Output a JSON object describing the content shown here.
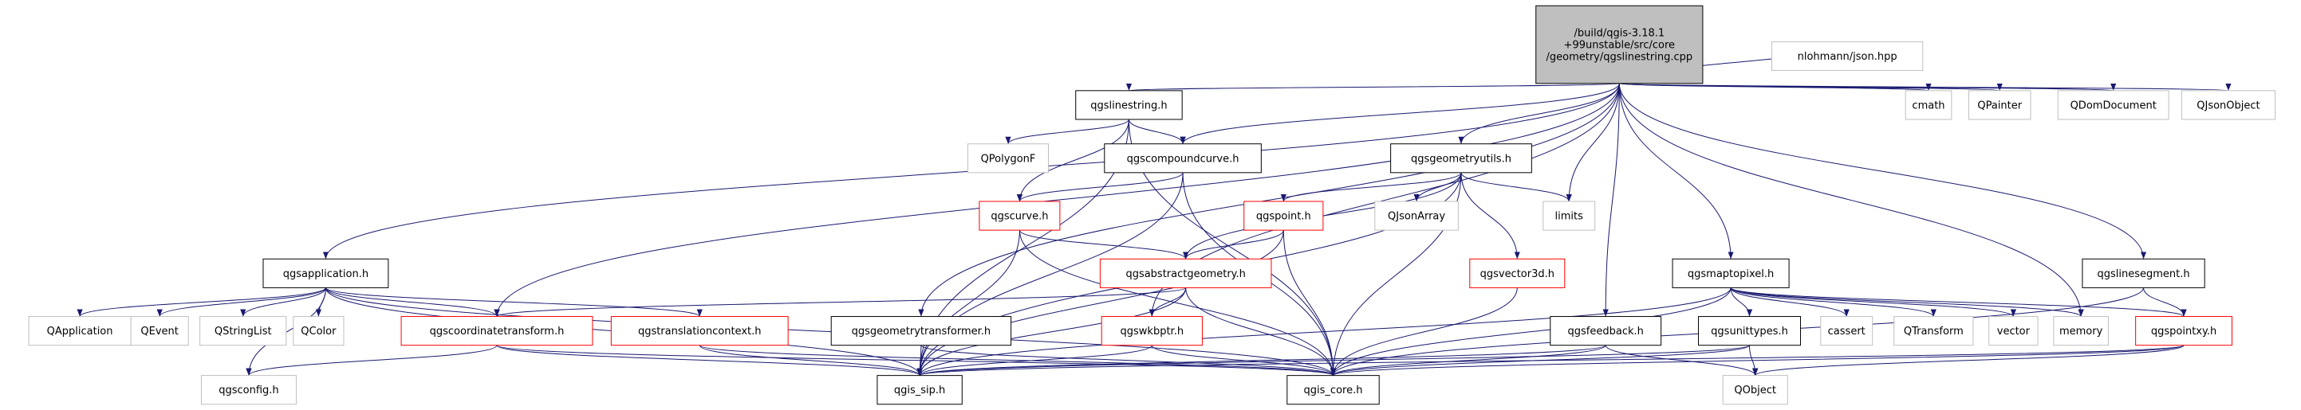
{
  "colors": {
    "edge": "#191970",
    "root_fill": "#bfbfbf",
    "node_stroke": "#000000",
    "red_stroke": "#ff0000",
    "grey_stroke": "#bfbfbf",
    "text": "#000000"
  },
  "nodes": [
    {
      "id": "root",
      "kind": "root",
      "lines": [
        "/build/qgis-3.18.1",
        "+99unstable/src/core",
        "/geometry/qgslinestring.cpp"
      ]
    },
    {
      "id": "qgslinestring",
      "kind": "normal",
      "lines": [
        "qgslinestring.h"
      ]
    },
    {
      "id": "qpolygonf",
      "kind": "grey",
      "lines": [
        "QPolygonF"
      ]
    },
    {
      "id": "qgscompoundcurve",
      "kind": "normal",
      "lines": [
        "qgscompoundcurve.h"
      ]
    },
    {
      "id": "qgsgeometryutils",
      "kind": "normal",
      "lines": [
        "qgsgeometryutils.h"
      ]
    },
    {
      "id": "qjsonarray",
      "kind": "grey",
      "lines": [
        "QJsonArray"
      ]
    },
    {
      "id": "limits",
      "kind": "grey",
      "lines": [
        "limits"
      ]
    },
    {
      "id": "qgscurve",
      "kind": "red",
      "lines": [
        "qgscurve.h"
      ]
    },
    {
      "id": "qgspoint",
      "kind": "red",
      "lines": [
        "qgspoint.h"
      ]
    },
    {
      "id": "qgsvector3d",
      "kind": "red",
      "lines": [
        "qgsvector3d.h"
      ]
    },
    {
      "id": "qgsabstractgeometry",
      "kind": "red",
      "lines": [
        "qgsabstractgeometry.h"
      ]
    },
    {
      "id": "qgsapplication",
      "kind": "normal",
      "lines": [
        "qgsapplication.h"
      ]
    },
    {
      "id": "qgsmaptopixel",
      "kind": "normal",
      "lines": [
        "qgsmaptopixel.h"
      ]
    },
    {
      "id": "qgslinesegment",
      "kind": "normal",
      "lines": [
        "qgslinesegment.h"
      ]
    },
    {
      "id": "nlohmann",
      "kind": "grey",
      "lines": [
        "nlohmann/json.hpp"
      ]
    },
    {
      "id": "cmath",
      "kind": "grey",
      "lines": [
        "cmath"
      ]
    },
    {
      "id": "qpainter",
      "kind": "grey",
      "lines": [
        "QPainter"
      ]
    },
    {
      "id": "qdomdocument",
      "kind": "grey",
      "lines": [
        "QDomDocument"
      ]
    },
    {
      "id": "qjsonobject",
      "kind": "grey",
      "lines": [
        "QJsonObject"
      ]
    },
    {
      "id": "qapplication",
      "kind": "grey",
      "lines": [
        "QApplication"
      ]
    },
    {
      "id": "qevent",
      "kind": "grey",
      "lines": [
        "QEvent"
      ]
    },
    {
      "id": "qstringlist",
      "kind": "grey",
      "lines": [
        "QStringList"
      ]
    },
    {
      "id": "qcolor",
      "kind": "grey",
      "lines": [
        "QColor"
      ]
    },
    {
      "id": "qgscoordinatetransform",
      "kind": "red",
      "lines": [
        "qgscoordinatetransform.h"
      ]
    },
    {
      "id": "qgstranslationcontext",
      "kind": "red",
      "lines": [
        "qgstranslationcontext.h"
      ]
    },
    {
      "id": "qgsgeometrytransformer",
      "kind": "normal",
      "lines": [
        "qgsgeometrytransformer.h"
      ]
    },
    {
      "id": "qgswkbptr",
      "kind": "red",
      "lines": [
        "qgswkbptr.h"
      ]
    },
    {
      "id": "qgsfeedback",
      "kind": "normal",
      "lines": [
        "qgsfeedback.h"
      ]
    },
    {
      "id": "qgsunittypes",
      "kind": "normal",
      "lines": [
        "qgsunittypes.h"
      ]
    },
    {
      "id": "cassert",
      "kind": "grey",
      "lines": [
        "cassert"
      ]
    },
    {
      "id": "qtransform",
      "kind": "grey",
      "lines": [
        "QTransform"
      ]
    },
    {
      "id": "vector",
      "kind": "grey",
      "lines": [
        "vector"
      ]
    },
    {
      "id": "memory",
      "kind": "grey",
      "lines": [
        "memory"
      ]
    },
    {
      "id": "qgspointxy",
      "kind": "red",
      "lines": [
        "qgspointxy.h"
      ]
    },
    {
      "id": "qgsconfig",
      "kind": "grey",
      "lines": [
        "qgsconfig.h"
      ]
    },
    {
      "id": "qgis_sip",
      "kind": "normal",
      "lines": [
        "qgis_sip.h"
      ]
    },
    {
      "id": "qgis_core",
      "kind": "normal",
      "lines": [
        "qgis_core.h"
      ]
    },
    {
      "id": "qobject",
      "kind": "grey",
      "lines": [
        "QObject"
      ]
    }
  ],
  "edges": [
    [
      "root",
      "qgslinestring"
    ],
    [
      "root",
      "qgscompoundcurve"
    ],
    [
      "root",
      "qgsgeometryutils"
    ],
    [
      "root",
      "qgsapplication"
    ],
    [
      "root",
      "qgscoordinatetransform"
    ],
    [
      "root",
      "qgsgeometrytransformer"
    ],
    [
      "root",
      "qgswkbptr"
    ],
    [
      "root",
      "limits"
    ],
    [
      "root",
      "qgsfeedback"
    ],
    [
      "root",
      "qgsmaptopixel"
    ],
    [
      "root",
      "memory"
    ],
    [
      "root",
      "qgslinesegment"
    ],
    [
      "root",
      "nlohmann"
    ],
    [
      "root",
      "cmath"
    ],
    [
      "root",
      "qpainter"
    ],
    [
      "root",
      "qdomdocument"
    ],
    [
      "root",
      "qjsonobject"
    ],
    [
      "qgslinestring",
      "qpolygonf"
    ],
    [
      "qgslinestring",
      "qgscompoundcurve"
    ],
    [
      "qgslinestring",
      "qgscurve"
    ],
    [
      "qgslinestring",
      "qgis_sip"
    ],
    [
      "qgslinestring",
      "qgis_core"
    ],
    [
      "qgscompoundcurve",
      "qgscurve"
    ],
    [
      "qgscompoundcurve",
      "qgis_sip"
    ],
    [
      "qgscompoundcurve",
      "qgis_core"
    ],
    [
      "qgsgeometryutils",
      "qjsonarray"
    ],
    [
      "qgsgeometryutils",
      "limits"
    ],
    [
      "qgsgeometryutils",
      "qgspoint"
    ],
    [
      "qgsgeometryutils",
      "qgsvector3d"
    ],
    [
      "qgsgeometryutils",
      "qgsabstractgeometry"
    ],
    [
      "qgsgeometryutils",
      "qgis_sip"
    ],
    [
      "qgsgeometryutils",
      "qgis_core"
    ],
    [
      "qgscurve",
      "qgsabstractgeometry"
    ],
    [
      "qgscurve",
      "qgis_sip"
    ],
    [
      "qgscurve",
      "qgis_core"
    ],
    [
      "qgspoint",
      "qgsabstractgeometry"
    ],
    [
      "qgspoint",
      "qgis_sip"
    ],
    [
      "qgspoint",
      "qgis_core"
    ],
    [
      "qgsvector3d",
      "qgis_core"
    ],
    [
      "qgsabstractgeometry",
      "qgscoordinatetransform"
    ],
    [
      "qgsabstractgeometry",
      "qgswkbptr"
    ],
    [
      "qgsabstractgeometry",
      "qgis_sip"
    ],
    [
      "qgsabstractgeometry",
      "qgis_core"
    ],
    [
      "qgsapplication",
      "qapplication"
    ],
    [
      "qgsapplication",
      "qevent"
    ],
    [
      "qgsapplication",
      "qstringlist"
    ],
    [
      "qgsapplication",
      "qcolor"
    ],
    [
      "qgsapplication",
      "qgsconfig"
    ],
    [
      "qgsapplication",
      "qgscoordinatetransform"
    ],
    [
      "qgsapplication",
      "qgstranslationcontext"
    ],
    [
      "qgsapplication",
      "qgis_sip"
    ],
    [
      "qgsapplication",
      "qgis_core"
    ],
    [
      "qgscoordinatetransform",
      "qgsconfig"
    ],
    [
      "qgscoordinatetransform",
      "qgis_sip"
    ],
    [
      "qgscoordinatetransform",
      "qgis_core"
    ],
    [
      "qgstranslationcontext",
      "qgis_sip"
    ],
    [
      "qgstranslationcontext",
      "qgis_core"
    ],
    [
      "qgsgeometrytransformer",
      "qgis_sip"
    ],
    [
      "qgsgeometrytransformer",
      "qgis_core"
    ],
    [
      "qgswkbptr",
      "qgis_sip"
    ],
    [
      "qgswkbptr",
      "qgis_core"
    ],
    [
      "qgsfeedback",
      "qgis_sip"
    ],
    [
      "qgsfeedback",
      "qgis_core"
    ],
    [
      "qgsfeedback",
      "qobject"
    ],
    [
      "qgsmaptopixel",
      "qgsunittypes"
    ],
    [
      "qgsmaptopixel",
      "cassert"
    ],
    [
      "qgsmaptopixel",
      "qtransform"
    ],
    [
      "qgsmaptopixel",
      "vector"
    ],
    [
      "qgsmaptopixel",
      "memory"
    ],
    [
      "qgsmaptopixel",
      "qgspointxy"
    ],
    [
      "qgsmaptopixel",
      "qgis_sip"
    ],
    [
      "qgsmaptopixel",
      "qgis_core"
    ],
    [
      "qgsunittypes",
      "qgis_sip"
    ],
    [
      "qgsunittypes",
      "qgis_core"
    ],
    [
      "qgsunittypes",
      "qobject"
    ],
    [
      "qgslinesegment",
      "qgspointxy"
    ],
    [
      "qgslinesegment",
      "qgis_core"
    ],
    [
      "qgspointxy",
      "qgis_sip"
    ],
    [
      "qgspointxy",
      "qgis_core"
    ],
    [
      "qgspointxy",
      "qobject"
    ]
  ]
}
